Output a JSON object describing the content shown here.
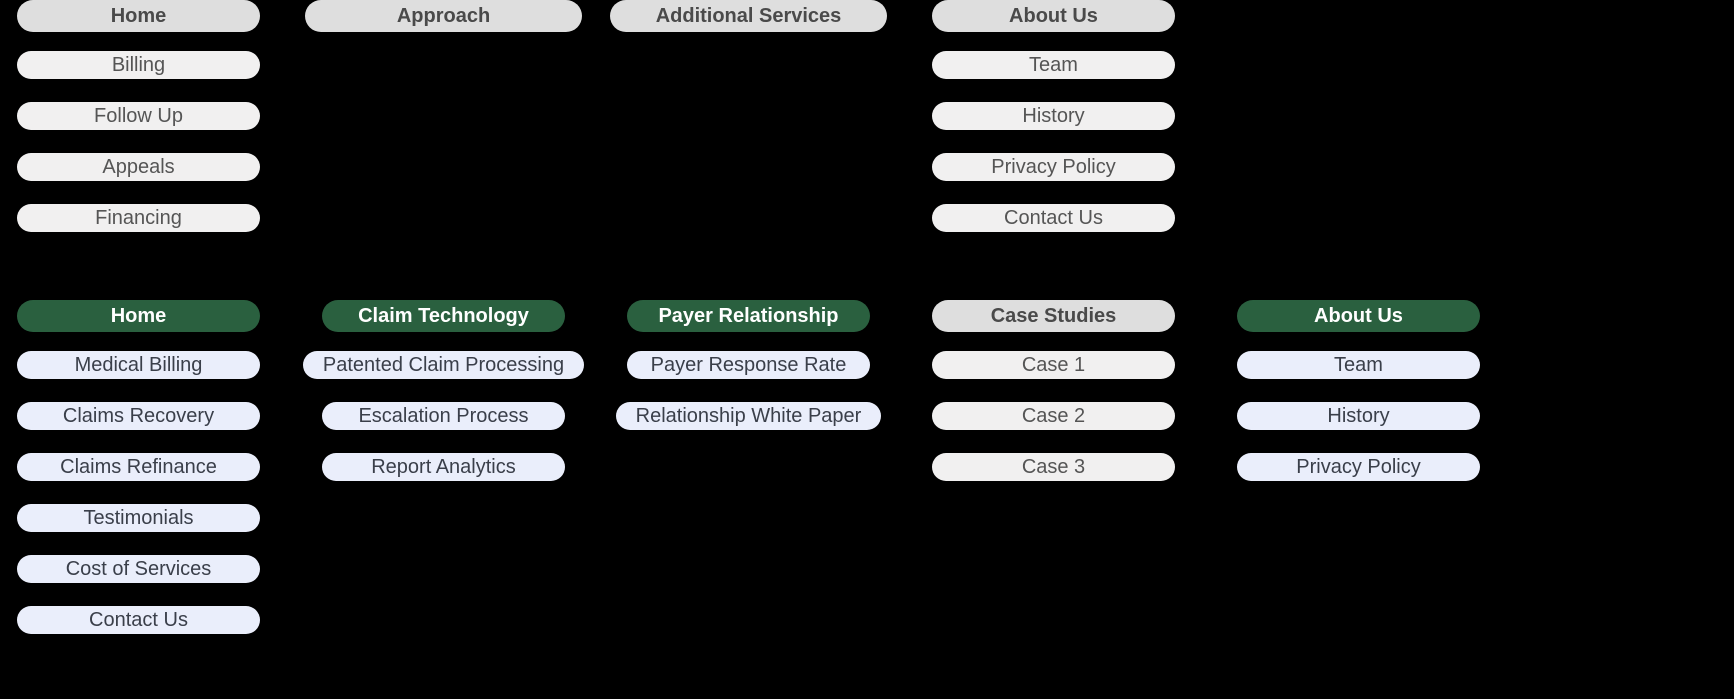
{
  "page": {
    "background_color": "#000000",
    "title": "Website Navigation Sitemap Comparison"
  },
  "theme_colors": {
    "header_grey_bg": "#dedede",
    "header_grey_text": "#4a4a4a",
    "header_green_bg": "#2a603f",
    "header_green_text": "#ffffff",
    "item_grey_bg": "#f1f0f0",
    "item_grey_text": "#555555",
    "item_lavender_bg": "#eaeefb",
    "item_lavender_text": "#3a3f4a"
  },
  "rows": [
    {
      "name": "current-sitemap",
      "theme": "grey",
      "columns": [
        {
          "header": "Home",
          "header_theme": "grey",
          "item_theme": "grey",
          "items": [
            "Billing",
            "Follow Up",
            "Appeals",
            "Financing"
          ]
        },
        {
          "header": "Approach",
          "header_theme": "grey",
          "item_theme": "grey",
          "items": []
        },
        {
          "header": "Additional Services",
          "header_theme": "grey",
          "item_theme": "grey",
          "items": []
        },
        {
          "header": "About Us",
          "header_theme": "grey",
          "item_theme": "grey",
          "items": [
            "Team",
            "History",
            "Privacy Policy",
            "Contact Us"
          ]
        }
      ]
    },
    {
      "name": "proposed-sitemap",
      "theme": "green",
      "columns": [
        {
          "header": "Home",
          "header_theme": "green",
          "item_theme": "lavender",
          "items": [
            "Medical Billing",
            "Claims Recovery",
            "Claims Refinance",
            "Testimonials",
            "Cost of Services",
            "Contact Us"
          ]
        },
        {
          "header": "Claim Technology",
          "header_theme": "green",
          "item_theme": "lavender",
          "items": [
            "Patented Claim Processing",
            "Escalation Process",
            "Report Analytics"
          ]
        },
        {
          "header": "Payer Relationship",
          "header_theme": "green",
          "item_theme": "lavender",
          "items": [
            "Payer Response Rate",
            "Relationship White Paper"
          ]
        },
        {
          "header": "Case Studies",
          "header_theme": "grey",
          "item_theme": "grey",
          "items": [
            "Case 1",
            "Case 2",
            "Case 3"
          ]
        },
        {
          "header": "About Us",
          "header_theme": "green",
          "item_theme": "lavender",
          "items": [
            "Team",
            "History",
            "Privacy Policy"
          ]
        }
      ]
    }
  ]
}
